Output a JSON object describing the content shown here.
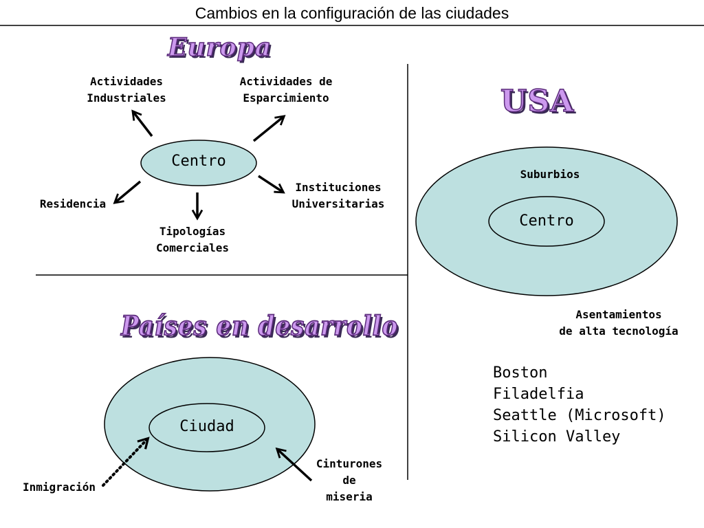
{
  "title": "Cambios en la configuración de las ciudades",
  "europa": {
    "heading": "Europa",
    "center": "Centro",
    "industrial": "Actividades\nIndustriales",
    "leisure": "Actividades de\nEsparcimiento",
    "residence": "Residencia",
    "commercial": "Tipologías\nComerciales",
    "universities": "Instituciones\nUniversitarias"
  },
  "usa": {
    "heading": "USA",
    "suburbs": "Suburbios",
    "center": "Centro",
    "hightech": "Asentamientos\nde alta tecnología",
    "cities": [
      "Boston",
      "Filadelfia",
      "Seattle (Microsoft)",
      "Silicon Valley"
    ]
  },
  "developing": {
    "heading": "Países en desarrollo",
    "city": "Ciudad",
    "immigration": "Inmigración",
    "slums": "Cinturones\nde\nmiseria"
  },
  "colors": {
    "ellipse_fill": "#bde0e0",
    "wordart": "#cc99ee"
  }
}
